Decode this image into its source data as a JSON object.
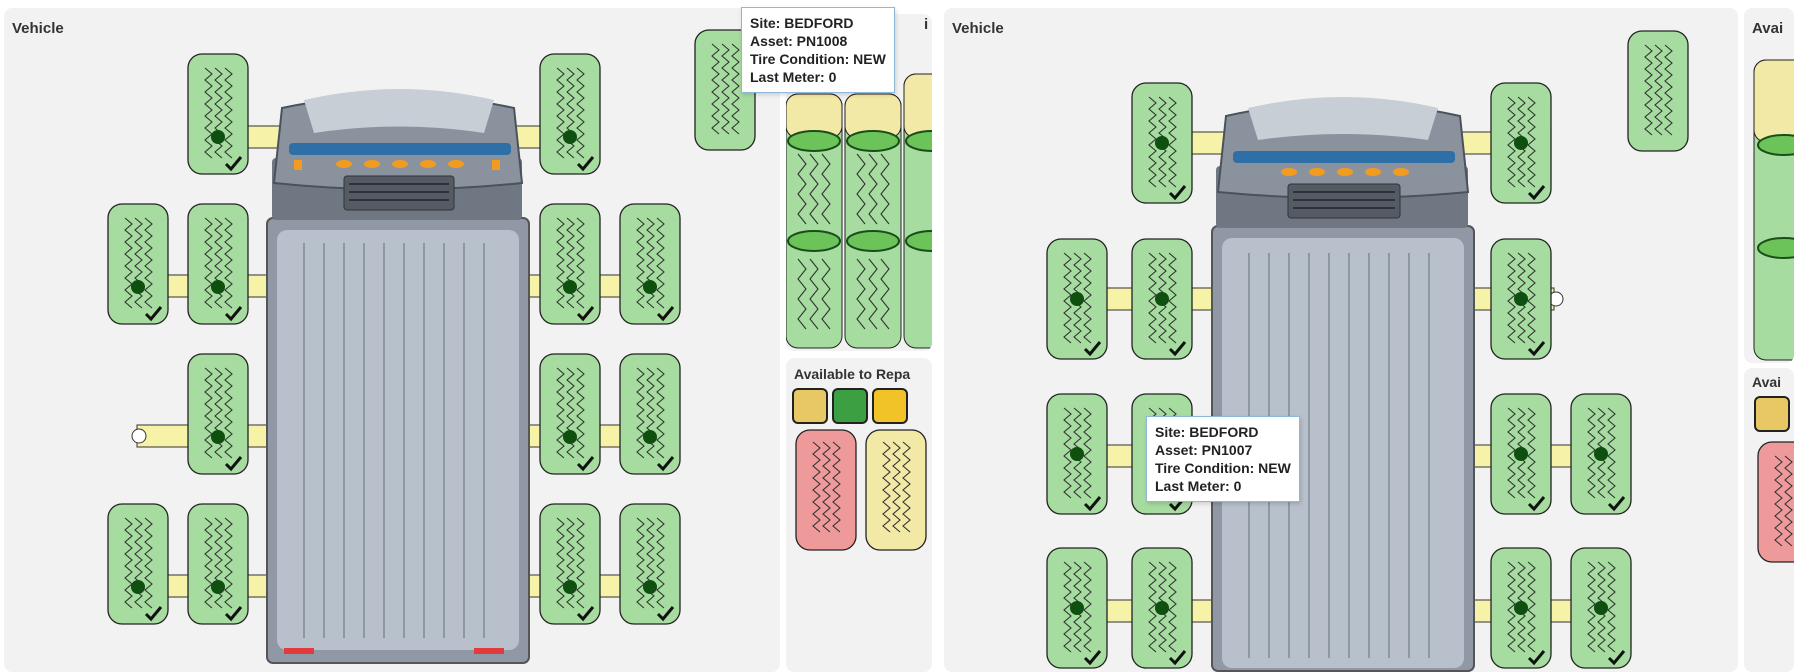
{
  "screens": [
    {
      "vehicle_title": "Vehicle",
      "available_title_fragment": "i",
      "repair_title": "Available to Repa",
      "tooltip": {
        "site": "Site: BEDFORD",
        "asset": "Asset: PN1008",
        "condition": "Tire Condition: NEW",
        "meter": "Last Meter: 0"
      },
      "repair_icons": [
        "repair-tools-icon",
        "recycle-icon",
        "phone-icon"
      ]
    },
    {
      "vehicle_title": "Vehicle",
      "available_title": "Avai",
      "repair_title": "Avai",
      "tooltip": {
        "site": "Site: BEDFORD",
        "asset": "Asset: PN1007",
        "condition": "Tire Condition: NEW",
        "meter": "Last Meter: 0"
      },
      "repair_icons": [
        "repair-tools-icon"
      ]
    }
  ],
  "colors": {
    "tire_new": "#a6dca0",
    "tire_repair": "#ef9a9a",
    "tire_used": "#f3e9a6",
    "axle": "#f6f3a8",
    "hub": "#0f4f0f"
  }
}
